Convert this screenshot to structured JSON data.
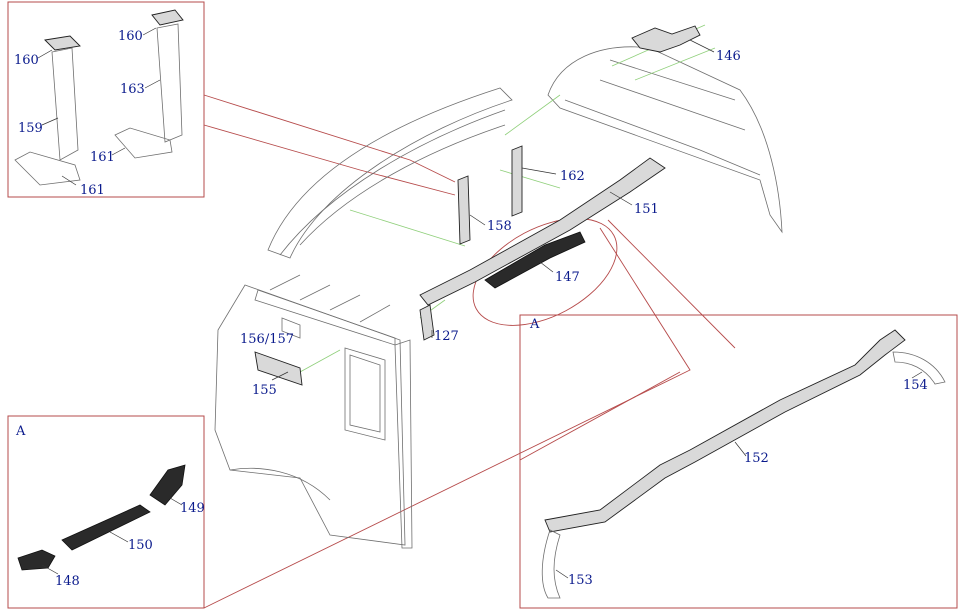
{
  "insets": {
    "detail_a": {
      "title": "A"
    },
    "detail_a_ref": {
      "label": "A"
    }
  },
  "callouts": {
    "c146": "146",
    "c151": "151",
    "c162": "162",
    "c158": "158",
    "c147": "147",
    "c127": "127",
    "c156_157": "156/157",
    "c155": "155",
    "c160a": "160",
    "c160b": "160",
    "c163": "163",
    "c159": "159",
    "c161a": "161",
    "c161b": "161",
    "c149": "149",
    "c150": "150",
    "c148": "148",
    "c152": "152",
    "c154": "154",
    "c153": "153"
  },
  "colors": {
    "callout_text": "#0a1a8c",
    "inset_frame": "#b64b4b",
    "line_art": "#6f6f6f",
    "guide_lines": "#8fcf7a"
  }
}
